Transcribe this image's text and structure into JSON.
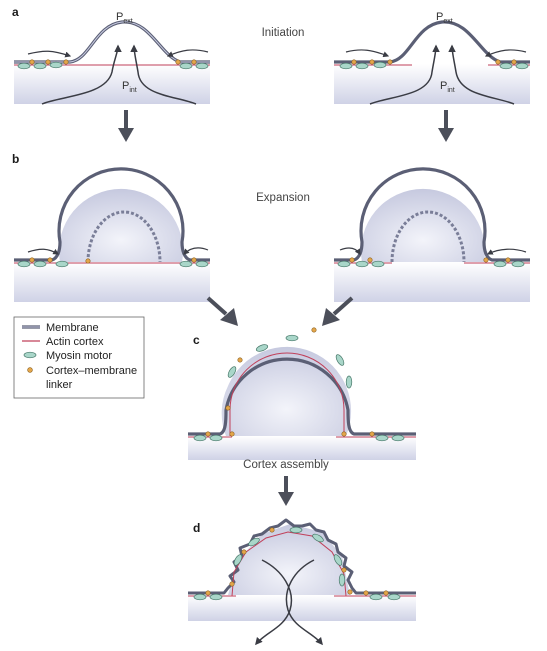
{
  "panels": {
    "a": {
      "letter": "a",
      "stage": "Initiation"
    },
    "b": {
      "letter": "b",
      "stage": "Expansion"
    },
    "c": {
      "letter": "c",
      "stage": "Cortex assembly"
    },
    "d": {
      "letter": "d"
    }
  },
  "pressure": {
    "p_ext": "P",
    "p_ext_sub": "ext",
    "p_int": "P",
    "p_int_sub": "int"
  },
  "legend": {
    "membrane": "Membrane",
    "actin": "Actin cortex",
    "myosin": "Myosin motor",
    "linker_line1": "Cortex–membrane",
    "linker_line2": "linker"
  },
  "colors": {
    "membrane": "#5b5f75",
    "actin": "#c0405a",
    "myosin": "#a9d6c9",
    "linker": "#e4a64a",
    "arrow": "#4c4f5a",
    "cell_top": "#ffffff",
    "cell_bottom": "#cfd2e6"
  }
}
